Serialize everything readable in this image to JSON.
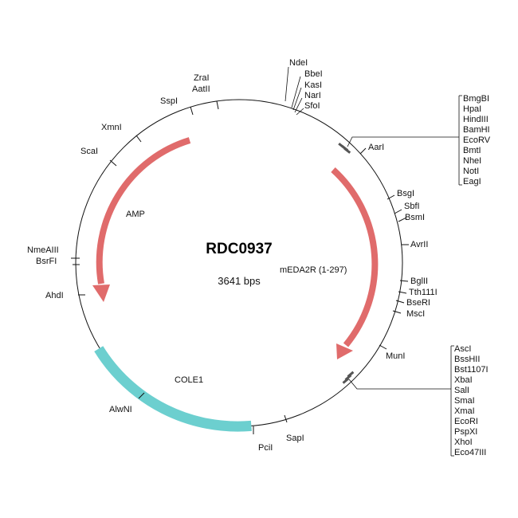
{
  "plasmid": {
    "name": "RDC0937",
    "size_label": "3641 bps"
  },
  "features": [
    {
      "name": "AMP",
      "color": "#e06b6b"
    },
    {
      "name": "mEDA2R (1-297)",
      "color": "#e06b6b"
    },
    {
      "name": "COLE1",
      "color": "#6ccfcf"
    }
  ],
  "sites": {
    "ZraI": "ZraI",
    "AatII": "AatII",
    "SspI": "SspI",
    "XmnI": "XmnI",
    "ScaI": "ScaI",
    "NmeAIII": "NmeAIII",
    "BsrFI": "BsrFI",
    "AhdI": "AhdI",
    "AlwNI": "AlwNI",
    "PciI": "PciI",
    "SapI": "SapI",
    "MunI": "MunI",
    "NdeI": "NdeI",
    "BbeI": "BbeI",
    "KasI": "KasI",
    "NarI": "NarI",
    "SfoI": "SfoI",
    "AarI": "AarI",
    "BsgI": "BsgI",
    "SbfI": "SbfI",
    "BsmI": "BsmI",
    "AvrII": "AvrII",
    "BglII": "BglII",
    "Tth111I": "Tth111I",
    "BseRI": "BseRI",
    "MscI": "MscI"
  },
  "mcs_top": [
    "BmgBI",
    "HpaI",
    "HindIII",
    "BamHI",
    "EcoRV",
    "BmtI",
    "NheI",
    "NotI",
    "EagI"
  ],
  "mcs_bottom": [
    "AscI",
    "BssHII",
    "Bst1107I",
    "XbaI",
    "SalI",
    "SmaI",
    "XmaI",
    "EcoRI",
    "PspXI",
    "XhoI",
    "Eco47III"
  ]
}
